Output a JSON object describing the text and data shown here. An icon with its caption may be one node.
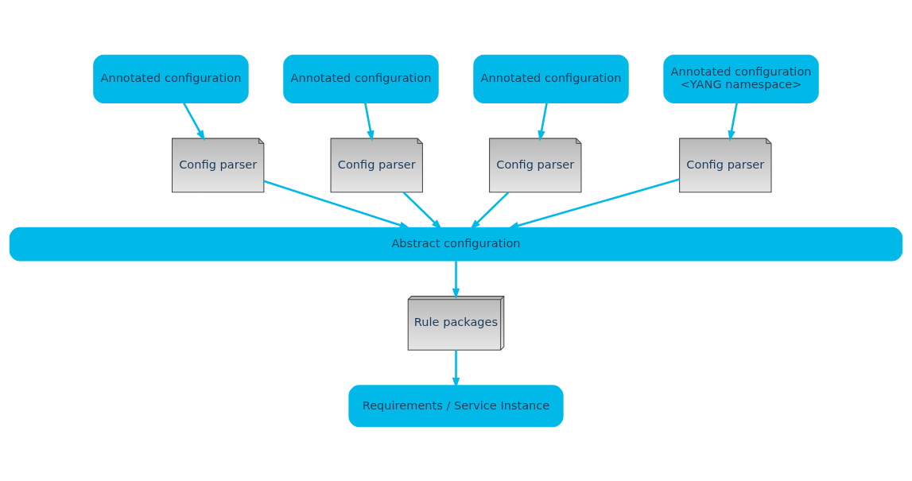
{
  "diagram": {
    "nodes": [
      {
        "text": [
          "Annotated configuration"
        ]
      },
      {
        "text": [
          "Annotated configuration"
        ]
      },
      {
        "text": [
          "Annotated configuration"
        ]
      },
      {
        "text": [
          "Annotated configuration",
          "<YANG namespace>"
        ]
      },
      {
        "text": [
          "Config parser"
        ]
      },
      {
        "text": [
          "Config parser"
        ]
      },
      {
        "text": [
          "Config parser"
        ]
      },
      {
        "text": [
          "Config parser"
        ]
      },
      {
        "text": [
          "Abstract configuration"
        ]
      },
      {
        "text": [
          "Rule packages"
        ]
      },
      {
        "text": [
          "Requirements / Service Instance"
        ]
      }
    ],
    "edges": [
      {
        "from": 0,
        "to": 4,
        "arrow": "to"
      },
      {
        "from": 1,
        "to": 5,
        "arrow": "to"
      },
      {
        "from": 2,
        "to": 6,
        "arrow": "to"
      },
      {
        "from": 3,
        "to": 7,
        "arrow": "to"
      },
      {
        "from": 4,
        "to": 8,
        "arrow": "to"
      },
      {
        "from": 5,
        "to": 8,
        "arrow": "to"
      },
      {
        "from": 6,
        "to": 8,
        "arrow": "to"
      },
      {
        "from": 7,
        "to": 8,
        "arrow": "to"
      },
      {
        "from": 8,
        "to": 9,
        "arrow": "to"
      },
      {
        "from": 9,
        "to": 10,
        "arrow": "to"
      }
    ]
  }
}
